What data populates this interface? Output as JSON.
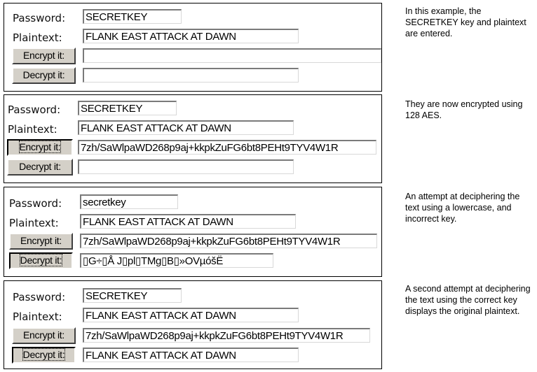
{
  "panels": [
    {
      "labels": {
        "password": "Password:",
        "plaintext": "Plaintext:"
      },
      "password_value": "SECRETKEY",
      "plaintext_value": "FLANK EAST ATTACK AT DAWN",
      "encrypt_label": "Encrypt it:",
      "decrypt_label": "Decrypt it:",
      "encrypted_value": "",
      "decrypted_value": "",
      "caption": "In this example, the SECRETKEY key and plaintext are entered."
    },
    {
      "labels": {
        "password": "Password:",
        "plaintext": "Plaintext:"
      },
      "password_value": "SECRETKEY",
      "plaintext_value": "FLANK EAST ATTACK AT DAWN",
      "encrypt_label": "Encrypt it:",
      "decrypt_label": "Decrypt it:",
      "encrypted_value": "7zh/SaWlpaWD268p9aj+kkpkZuFG6bt8PEHt9TYV4W1R",
      "decrypted_value": "",
      "caption": "They are now encrypted using 128 AES."
    },
    {
      "labels": {
        "password": "Password:",
        "plaintext": "Plaintext:"
      },
      "password_value": "secretkey",
      "plaintext_value": "FLANK EAST ATTACK AT DAWN",
      "encrypt_label": "Encrypt it:",
      "decrypt_label": "Decrypt it:",
      "encrypted_value": "7zh/SaWlpaWD268p9aj+kkpkZuFG6bt8PEHt9TYV4W1R",
      "decrypted_value": "▯G÷▯Å J▯pl▯TMg▯B▯»OVµóšË",
      "caption": "An attempt at deciphering the text using a lowercase, and incorrect key."
    },
    {
      "labels": {
        "password": "Password:",
        "plaintext": "Plaintext:"
      },
      "password_value": "SECRETKEY",
      "plaintext_value": "FLANK EAST ATTACK AT DAWN",
      "encrypt_label": "Encrypt it:",
      "decrypt_label": "Decrypt it:",
      "encrypted_value": "7zh/SaWlpaWD268p9aj+kkpkZuFG6bt8PEHt9TYV4W1R",
      "decrypted_value": "FLANK EAST ATTACK AT DAWN",
      "caption": "A second attempt at deciphering the text using the correct key displays the original plaintext."
    }
  ]
}
